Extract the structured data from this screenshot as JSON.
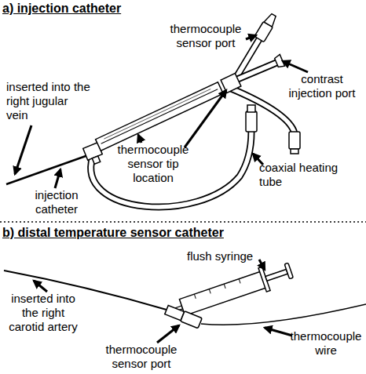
{
  "diagram": {
    "labels": [
      "a) injection catheter",
      "thermocouple sensor port",
      "contrast injection port",
      "inserted into the right jugular vein",
      "thermocouple sensor tip location",
      "coaxial heating tube",
      "injection catheter",
      "b) distal temperature sensor catheter",
      "flush syringe",
      "inserted into the right carotid artery",
      "thermocouple wire",
      "thermocouple sensor port"
    ]
  }
}
